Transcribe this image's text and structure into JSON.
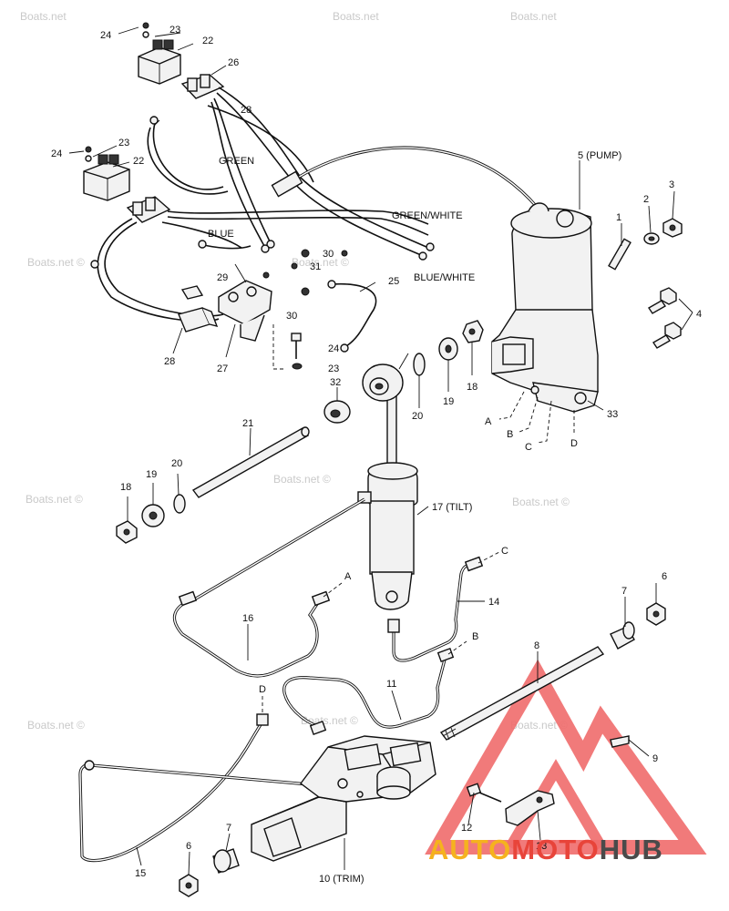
{
  "watermark": "Boats.net",
  "watermark_c": "Boats.net ©",
  "logo": {
    "part1": "AUTO",
    "part2": "MOTO",
    "part3": "HUB",
    "color1": "#f5b21e",
    "color2": "#e8443a",
    "color3": "#4a4a4a"
  },
  "labels": {
    "p1": "1",
    "p2": "2",
    "p3": "3",
    "p4": "4",
    "p5": "5 (PUMP)",
    "p6": "6",
    "p7": "7",
    "p8": "8",
    "p9": "9",
    "p10": "10 (TRIM)",
    "p11": "11",
    "p12": "12",
    "p13": "13",
    "p14": "14",
    "p15": "15",
    "p16": "16",
    "p17": "17 (TILT)",
    "p18": "18",
    "p19": "19",
    "p20": "20",
    "p21": "21",
    "p22": "22",
    "p23": "23",
    "p24": "24",
    "p25": "25",
    "p26": "26",
    "p27": "27",
    "p28": "28",
    "p29": "29",
    "p30": "30",
    "p31": "31",
    "p32": "32",
    "p33": "33",
    "A": "A",
    "B": "B",
    "C": "C",
    "D": "D"
  },
  "wire_labels": {
    "green": "GREEN",
    "green_white": "GREEN/WHITE",
    "blue": "BLUE",
    "blue_white": "BLUE/WHITE"
  }
}
